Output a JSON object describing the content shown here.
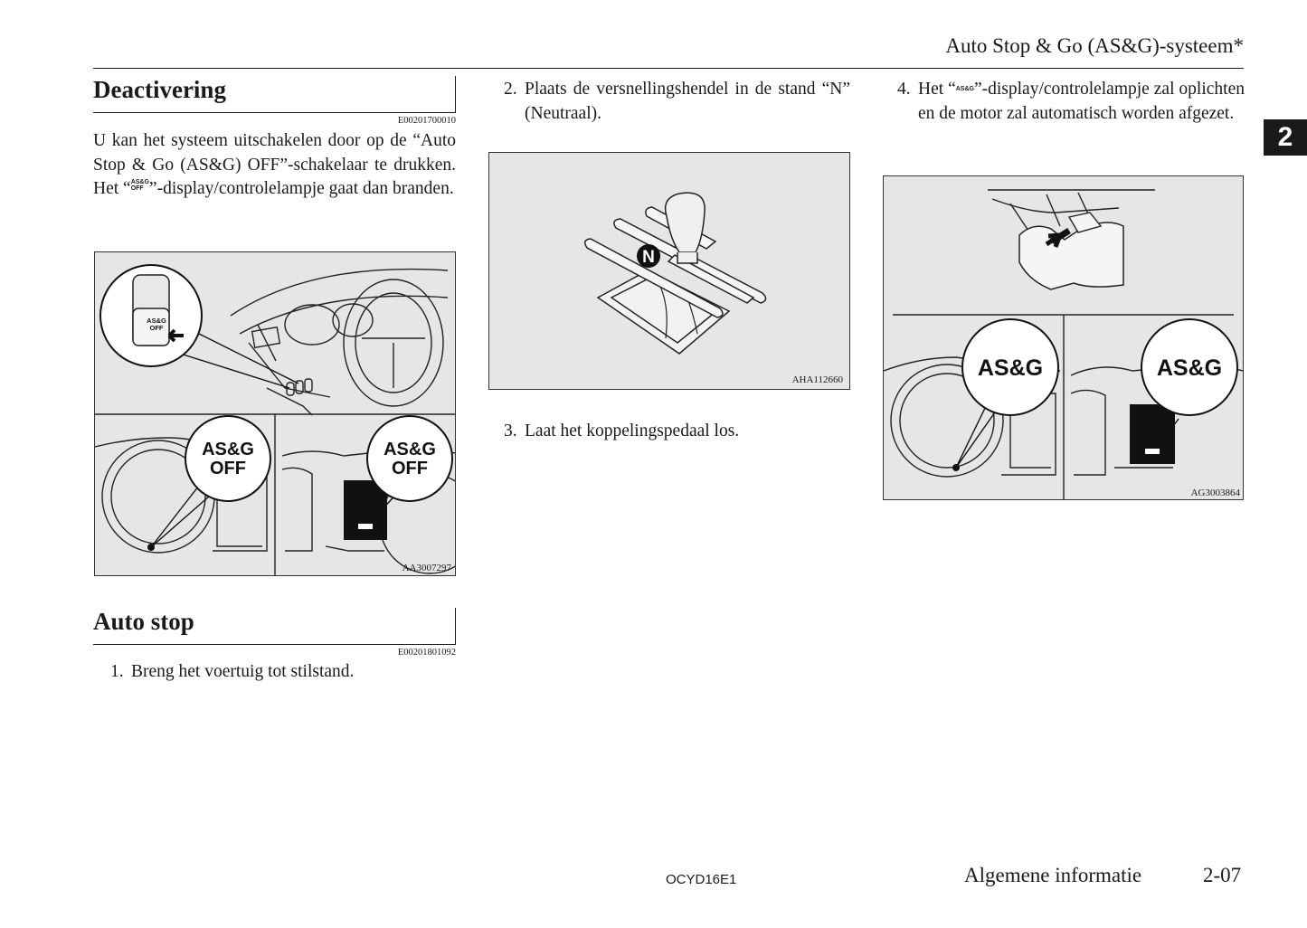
{
  "header": {
    "running_title": "Auto Stop & Go (AS&G)-systeem*",
    "chapter": "2"
  },
  "section1": {
    "title": "Deactivering",
    "code": "E00201700010",
    "text_before_icon": "U kan het systeem uitschakelen door op de “Auto Stop & Go (AS&G) OFF”-schakelaar te drukken. Het “",
    "text_after_icon": "”-display/controlelampje gaat dan branden.",
    "figure": {
      "label": "AS&G",
      "label2": "OFF",
      "code": "AA3007297"
    }
  },
  "section2": {
    "title": "Auto stop",
    "code": "E00201801092",
    "step1_num": "1.",
    "step1": "Breng het voertuig tot stilstand."
  },
  "middle": {
    "step2_num": "2.",
    "step2": "Plaats de versnellingshendel in de stand “N” (Neutraal).",
    "figure": {
      "gear": "N",
      "code": "AHA112660"
    },
    "step3_num": "3.",
    "step3": "Laat het koppelingspedaal los."
  },
  "right": {
    "step4_num": "4.",
    "step4_before_icon": "Het “",
    "step4_after_icon": "”-display/controlelampje zal oplichten en de motor zal automatisch worden afgezet.",
    "figure": {
      "label": "AS&G",
      "code": "AG3003864"
    }
  },
  "footer": {
    "doc_code": "OCYD16E1",
    "section": "Algemene informatie",
    "page": "2-07"
  }
}
